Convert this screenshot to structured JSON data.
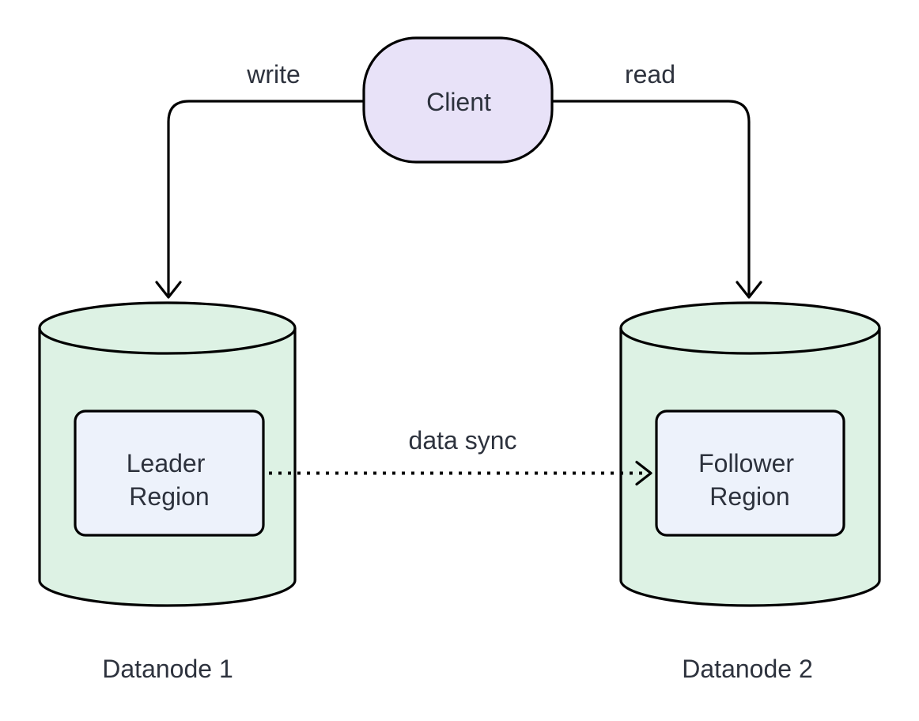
{
  "nodes": {
    "client": {
      "label": "Client",
      "shape": "oval",
      "fill": "#e8e2f8"
    },
    "datanode1": {
      "label": "Datanode 1",
      "shape": "cylinder",
      "fill": "#ddf2e4"
    },
    "datanode2": {
      "label": "Datanode 2",
      "shape": "cylinder",
      "fill": "#ddf2e4"
    },
    "leader_region": {
      "line1": "Leader",
      "line2": "Region",
      "shape": "rectangle",
      "fill": "#edf2fb"
    },
    "follower_region": {
      "line1": "Follower",
      "line2": "Region",
      "shape": "rectangle",
      "fill": "#edf2fb"
    }
  },
  "edges": {
    "write": {
      "label": "write",
      "from": "Client",
      "to": "Datanode 1",
      "style": "solid"
    },
    "read": {
      "label": "read",
      "from": "Client",
      "to": "Datanode 2",
      "style": "solid"
    },
    "data_sync": {
      "label": "data sync",
      "from": "Leader Region",
      "to": "Follower Region",
      "style": "dotted"
    }
  },
  "colors": {
    "background": "#ffffff",
    "stroke": "#000000",
    "text": "#2d323d"
  }
}
